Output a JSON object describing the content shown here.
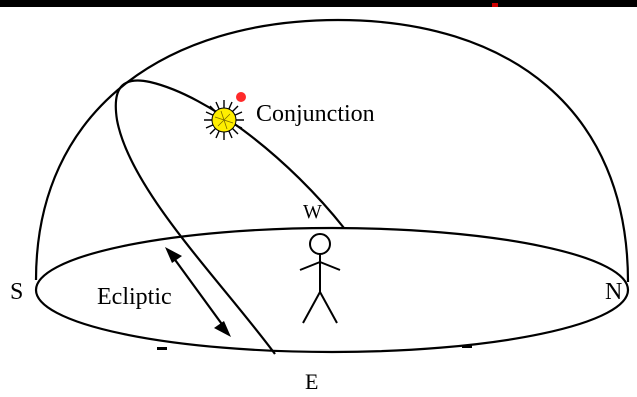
{
  "labels": {
    "conjunction": "Conjunction",
    "west": "W",
    "south": "S",
    "north": "N",
    "east": "E",
    "ecliptic": "Ecliptic"
  },
  "colors": {
    "top_bar": "#000000",
    "line": "#000000",
    "background": "#ffffff",
    "sun_fill": "#ffee00",
    "moon": "#ff2a2a"
  },
  "icons": {
    "sun": "sun-icon",
    "moon": "moon-icon",
    "observer": "stick-figure-icon"
  }
}
